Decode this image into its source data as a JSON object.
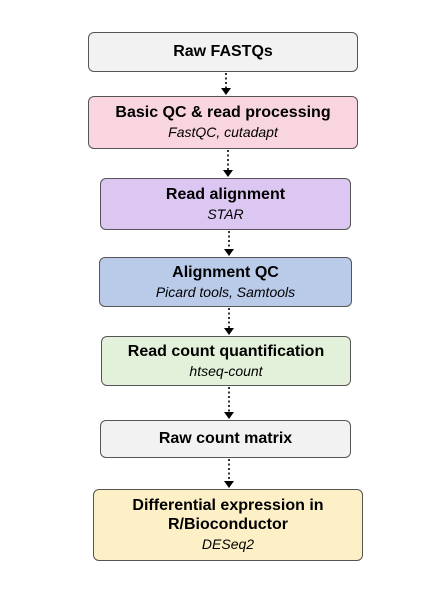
{
  "diagram_type": "vertical-flowchart",
  "connector_style": "dotted-arrow",
  "nodes": [
    {
      "title": "Raw FASTQs",
      "color": "#f2f2f2"
    },
    {
      "title": "Basic QC & read processing",
      "subtitle": "FastQC, cutadapt",
      "color": "#f9d5df"
    },
    {
      "title": "Read alignment",
      "subtitle": "STAR",
      "color": "#dcc6f2"
    },
    {
      "title": "Alignment QC",
      "subtitle": "Picard tools, Samtools",
      "color": "#b9cbe9"
    },
    {
      "title": "Read count quantification",
      "subtitle": "htseq-count",
      "color": "#e3f1da"
    },
    {
      "title": "Raw count matrix",
      "color": "#f2f2f2"
    },
    {
      "title": "Differential expression in",
      "title2": "R/Bioconductor",
      "subtitle": "DESeq2",
      "color": "#fdf0c7"
    }
  ],
  "edges": [
    {
      "from": 0,
      "to": 1
    },
    {
      "from": 1,
      "to": 2
    },
    {
      "from": 2,
      "to": 3
    },
    {
      "from": 3,
      "to": 4
    },
    {
      "from": 4,
      "to": 5
    },
    {
      "from": 5,
      "to": 6
    }
  ]
}
